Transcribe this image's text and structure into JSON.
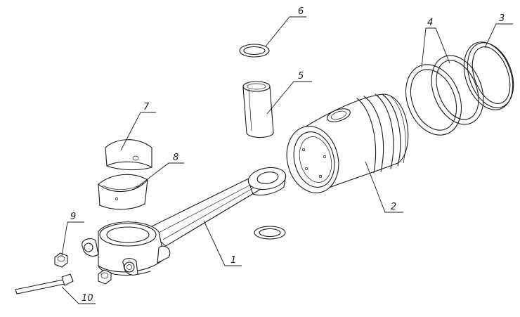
{
  "callouts": {
    "c1": "1",
    "c2": "2",
    "c3": "3",
    "c4": "4",
    "c5": "5",
    "c6": "6",
    "c7": "7",
    "c8": "8",
    "c9": "9",
    "c10": "10"
  },
  "parts": [
    {
      "id": "1",
      "name": "connecting-rod"
    },
    {
      "id": "2",
      "name": "piston"
    },
    {
      "id": "3",
      "name": "piston-ring"
    },
    {
      "id": "4",
      "name": "piston-rings"
    },
    {
      "id": "5",
      "name": "piston-pin"
    },
    {
      "id": "6",
      "name": "retaining-ring"
    },
    {
      "id": "7",
      "name": "bearing-shell-upper"
    },
    {
      "id": "8",
      "name": "bearing-shell-lower"
    },
    {
      "id": "9",
      "name": "nut"
    },
    {
      "id": "10",
      "name": "bolt"
    }
  ]
}
